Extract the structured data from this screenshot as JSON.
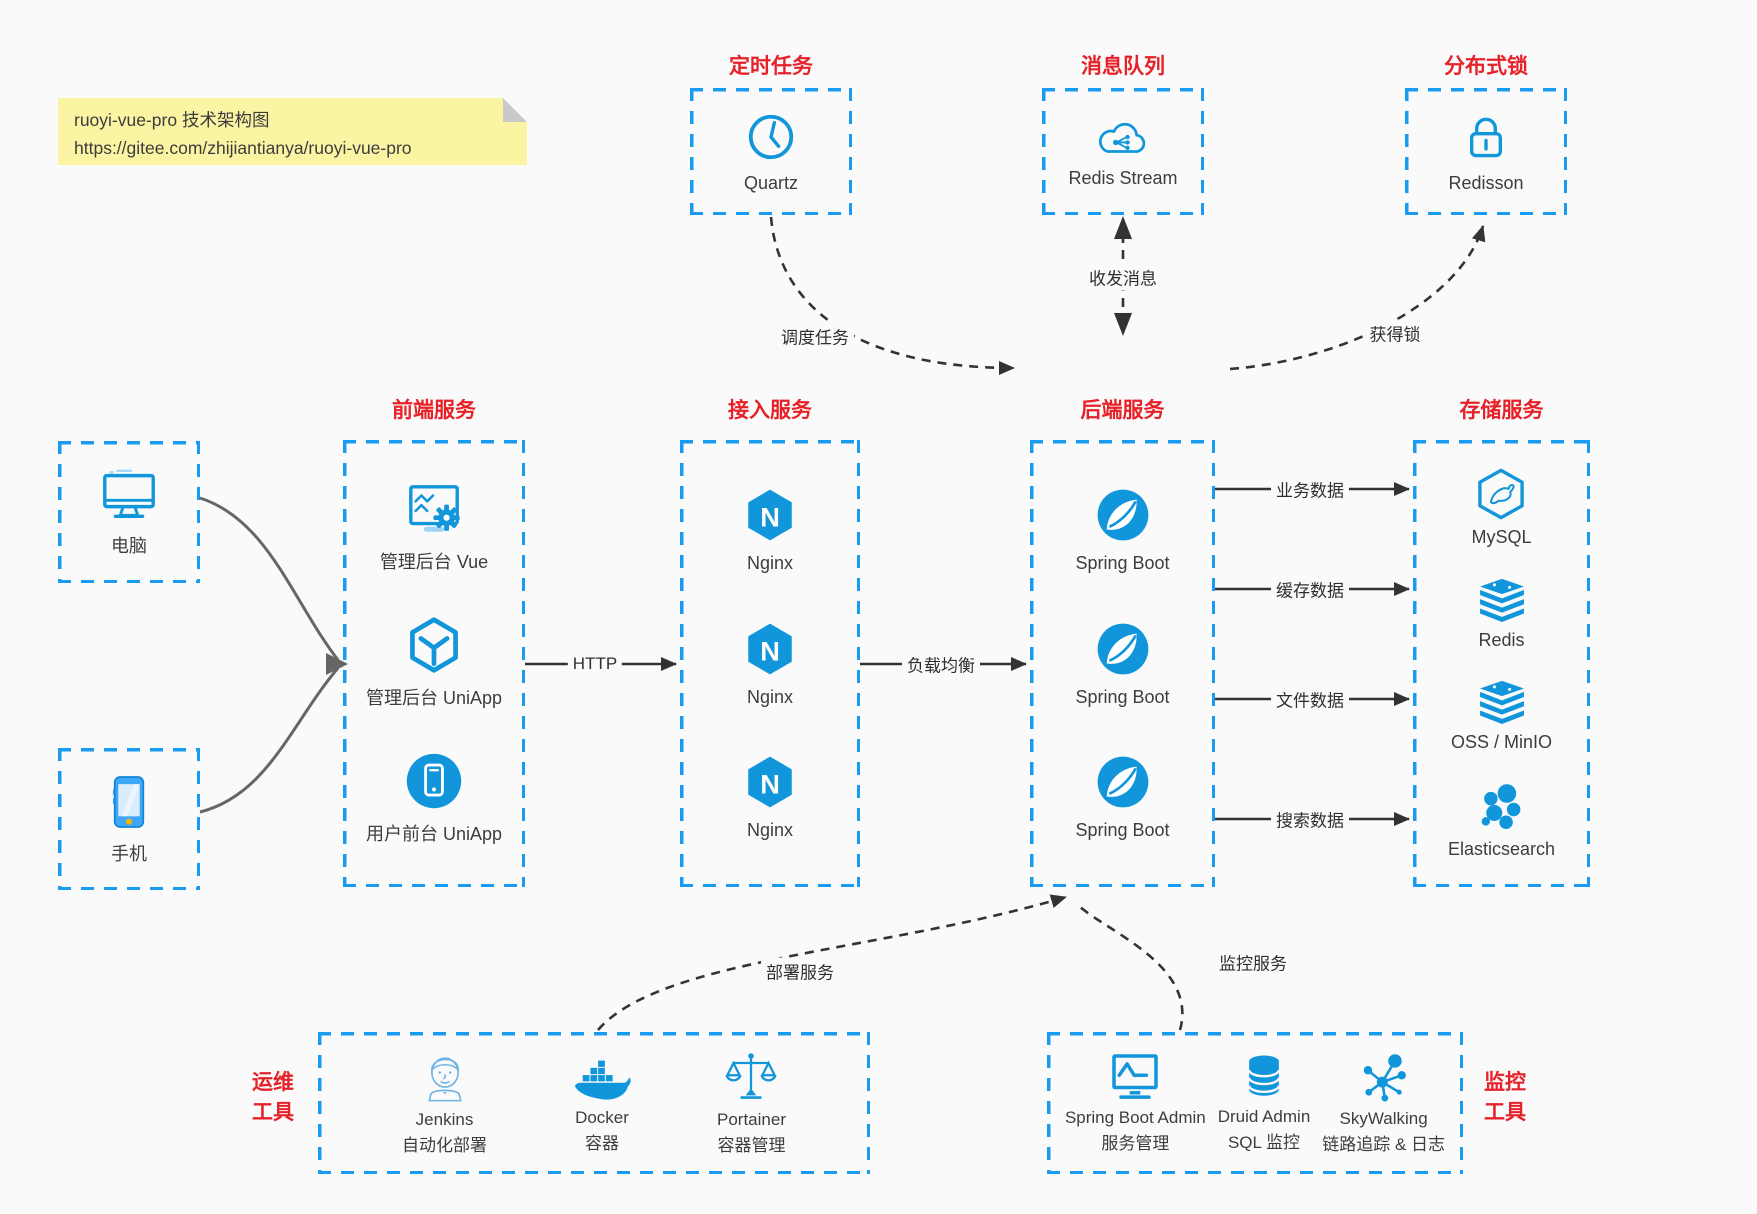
{
  "note": {
    "line1": "ruoyi-vue-pro 技术架构图",
    "line2": "https://gitee.com/zhijiantianya/ruoyi-vue-pro"
  },
  "top_boxes": {
    "scheduler": {
      "title": "定时任务",
      "label": "Quartz",
      "icon": "clock-icon"
    },
    "mq": {
      "title": "消息队列",
      "label": "Redis Stream",
      "icon": "cloud-stream-icon"
    },
    "lock": {
      "title": "分布式锁",
      "label": "Redisson",
      "icon": "lock-icon"
    }
  },
  "clients": {
    "pc": {
      "label": "电脑",
      "icon": "desktop-icon"
    },
    "mobile": {
      "label": "手机",
      "icon": "phone-icon"
    }
  },
  "columns": {
    "frontend": {
      "title": "前端服务",
      "items": [
        {
          "label": "管理后台 Vue"
        },
        {
          "label": "管理后台 UniApp"
        },
        {
          "label": "用户前台 UniApp"
        }
      ]
    },
    "access": {
      "title": "接入服务",
      "items": [
        {
          "label": "Nginx"
        },
        {
          "label": "Nginx"
        },
        {
          "label": "Nginx"
        }
      ]
    },
    "backend": {
      "title": "后端服务",
      "items": [
        {
          "label": "Spring Boot"
        },
        {
          "label": "Spring Boot"
        },
        {
          "label": "Spring Boot"
        }
      ]
    },
    "storage": {
      "title": "存储服务",
      "items": [
        {
          "label": "MySQL"
        },
        {
          "label": "Redis"
        },
        {
          "label": "OSS / MinIO"
        },
        {
          "label": "Elasticsearch"
        }
      ]
    }
  },
  "tool_groups": {
    "ops": {
      "title_line1": "运维",
      "title_line2": "工具",
      "items": [
        {
          "name": "Jenkins",
          "desc": "自动化部署"
        },
        {
          "name": "Docker",
          "desc": "容器"
        },
        {
          "name": "Portainer",
          "desc": "容器管理"
        }
      ]
    },
    "monitoring": {
      "title_line1": "监控",
      "title_line2": "工具",
      "items": [
        {
          "name": "Spring Boot Admin",
          "desc": "服务管理"
        },
        {
          "name": "Druid Admin",
          "desc": "SQL 监控"
        },
        {
          "name": "SkyWalking",
          "desc": "链路追踪 & 日志"
        }
      ]
    }
  },
  "edges": {
    "http": "HTTP",
    "load_balance": "负载均衡",
    "business_data": "业务数据",
    "cache_data": "缓存数据",
    "file_data": "文件数据",
    "search_data": "搜索数据",
    "schedule_task": "调度任务",
    "send_receive_message": "收发消息",
    "acquire_lock": "获得锁",
    "deploy_service": "部署服务",
    "monitor_service": "监控服务"
  },
  "colors": {
    "icon_blue": "#1296db",
    "border_blue": "#189bf0",
    "title_red": "#e62129",
    "arrow_dark": "#333333",
    "arrow_gray": "#666666",
    "note_bg": "#fbf4a3"
  }
}
